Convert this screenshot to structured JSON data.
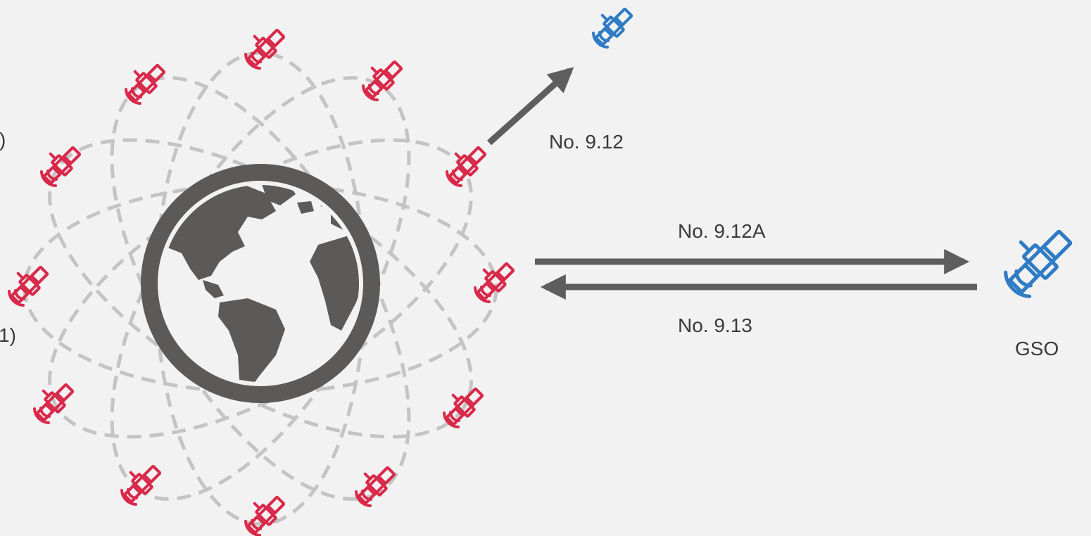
{
  "labels": {
    "cut_top": ")",
    "cut_bottom": "1)",
    "link_up": "No. 9.12",
    "link_gso_out": "No. 9.12A",
    "link_gso_in": "No. 9.13",
    "gso": "GSO"
  },
  "icons": {
    "constellation_satellite": "satellite-icon",
    "external_satellite": "satellite-icon",
    "gso_satellite": "satellite-icon",
    "earth": "globe-icon"
  },
  "colors": {
    "background": "#f2f2f2",
    "constellation": "#d9294a",
    "external": "#2f7bc4",
    "orbit": "#c4c4c4",
    "earth": "#5b5a59",
    "arrow": "#5e5e5e",
    "text": "#3a3a3a"
  }
}
